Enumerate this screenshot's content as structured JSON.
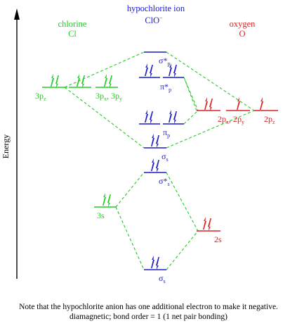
{
  "colors": {
    "chlorine": "#22cc22",
    "ion": "#1a1acc",
    "oxygen": "#dd2222",
    "dashed": "#22cc22"
  },
  "labels": {
    "axis": "Energy",
    "ion_title_1": "hypochlorite ion",
    "ion_title_2": "ClO",
    "ion_title_sup": "−",
    "cl_title": "chlorine",
    "cl_symbol": "Cl",
    "o_title": "oxygen",
    "o_symbol": "O",
    "cl_3pz": "3p",
    "cl_3pz_sub": "z",
    "cl_3pxy_a": "3p",
    "cl_3pxy_sub_a": "x",
    "cl_3pxy_b": ", 3p",
    "cl_3pxy_sub_b": "y",
    "cl_3s": "3s",
    "o_2px": "2p",
    "o_2px_sub": "x",
    "o_2py_sep": ", 2p",
    "o_2py_sub": "y",
    "o_2pz": "2p",
    "o_2pz_sub": "z",
    "o_2s": "2s",
    "mo_sigma_star_p": "σ*",
    "mo_sigma_star_p_sub": "p",
    "mo_pi_star_p": "π*",
    "mo_pi_star_p_sub": "p",
    "mo_pi_p": "π",
    "mo_pi_p_sub": "p",
    "mo_sigma_p": "σ",
    "mo_sigma_p_sub": "s",
    "mo_sigma_star_s": "σ*",
    "mo_sigma_star_s_sub": "s",
    "mo_sigma_s": "σ",
    "mo_sigma_s_sub": "s"
  },
  "notes": {
    "line1": "Note that the hypochlorite anion has one additional electron to make it negative.",
    "line2": "diamagnetic; bond order = 1 (1 net pair bonding)"
  }
}
